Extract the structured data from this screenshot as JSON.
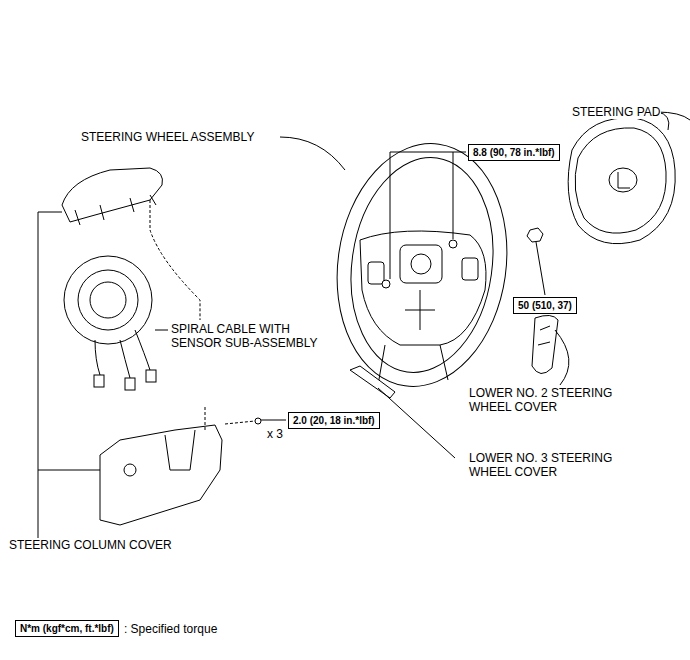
{
  "diagram": {
    "nodes": [
      {
        "text": [
          "8.8 (90, 78 in.*lbf)"
        ]
      },
      {
        "text": [
          "50 (510, 37)"
        ]
      },
      {
        "text": [
          "2.0 (20, 18 in.*lbf)"
        ]
      },
      {
        "text": [
          "N*m (kgf*cm, ft.*lbf)"
        ]
      }
    ],
    "labels": [
      "STEERING PAD",
      "STEERING WHEEL ASSEMBLY",
      "SPIRAL CABLE WITH SENSOR SUB-ASSEMBLY",
      "LOWER NO. 2 STEERING WHEEL COVER",
      "LOWER NO. 3 STEERING WHEEL COVER",
      "x 3",
      "STEERING COLUMN COVER",
      ": Specified torque"
    ]
  }
}
